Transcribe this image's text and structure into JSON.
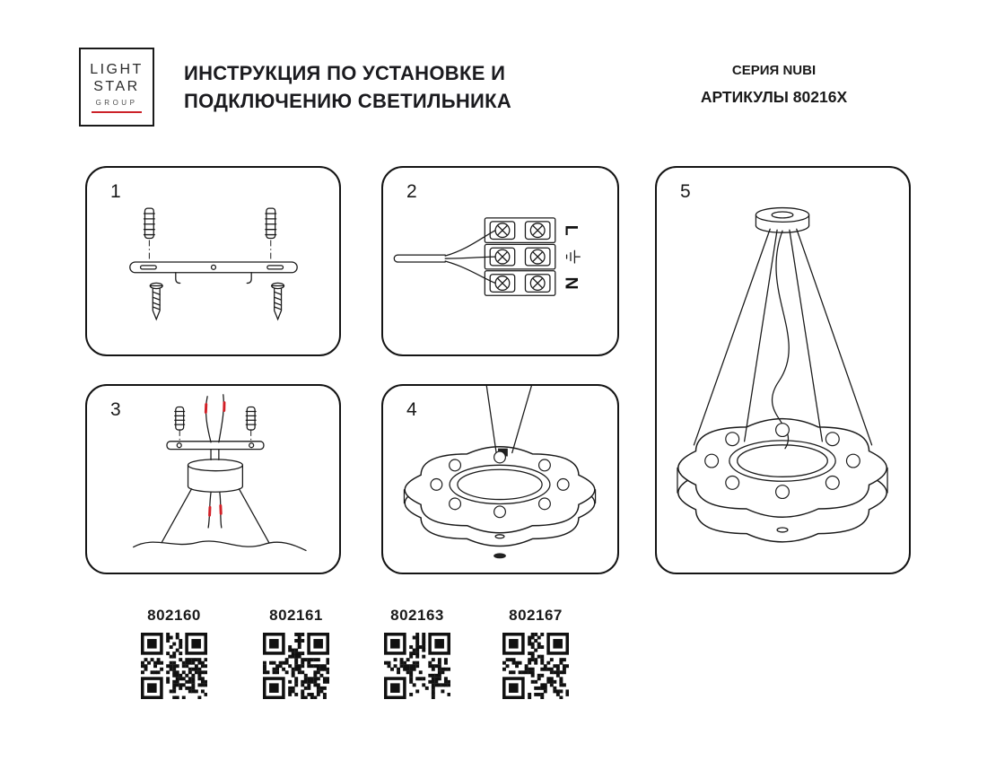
{
  "header": {
    "logo": {
      "word1": "LIGHT",
      "word2": "STAR",
      "word3": "GROUP"
    },
    "title_line1": "ИНСТРУКЦИЯ ПО УСТАНОВКЕ И",
    "title_line2": "ПОДКЛЮЧЕНИЮ СВЕТИЛЬНИКА",
    "series": "СЕРИЯ NUBI",
    "articles": "АРТИКУЛЫ 80216X"
  },
  "steps": [
    {
      "number": "1"
    },
    {
      "number": "2"
    },
    {
      "number": "3"
    },
    {
      "number": "4"
    },
    {
      "number": "5"
    }
  ],
  "wiring": {
    "line": "L",
    "neutral": "N",
    "earth_symbol": "⏚"
  },
  "products": [
    {
      "article": "802160"
    },
    {
      "article": "802161"
    },
    {
      "article": "802163"
    },
    {
      "article": "802167"
    }
  ],
  "colors": {
    "ink": "#1a1a1a",
    "accent_red": "#cc2229",
    "wire_mark_red": "#d22027"
  }
}
